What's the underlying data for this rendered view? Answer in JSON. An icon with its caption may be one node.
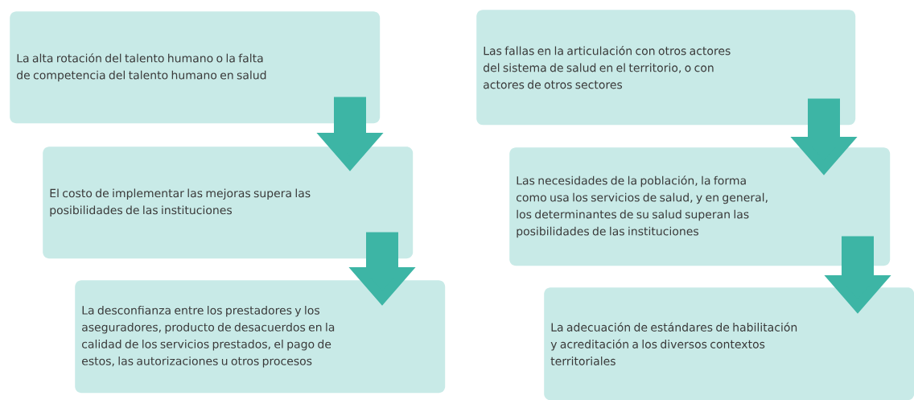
{
  "diagram": {
    "nodes": [
      {
        "text": [
          "La alta rotación del talento humano o la falta de competencia del talento humano en salud"
        ]
      },
      {
        "text": [
          "El costo de implementar las mejoras supera las posibilidades de las instituciones"
        ]
      },
      {
        "text": [
          "La desconfianza entre los prestadores y los aseguradores, producto de desacuerdos en la calidad de los servicios prestados, el pago de estos, las autorizaciones u otros procesos"
        ]
      },
      {
        "text": [
          "Las fallas en la articulación con otros actores del sistema de salud en el territorio, o con actores de otros sectores"
        ]
      },
      {
        "text": [
          "Las necesidades de la población, la forma como usa los servicios de salud, y en general, los determinantes de su salud superan las posibilidades de las instituciones"
        ]
      },
      {
        "text": [
          "La adecuación de estándares de habilitación y acreditación a los diversos contextos territoriales"
        ]
      }
    ],
    "edges": [
      {
        "from": 0,
        "to": 1,
        "arrow": "to"
      },
      {
        "from": 1,
        "to": 2,
        "arrow": "to"
      },
      {
        "from": 3,
        "to": 4,
        "arrow": "to"
      },
      {
        "from": 4,
        "to": 5,
        "arrow": "to"
      }
    ]
  }
}
